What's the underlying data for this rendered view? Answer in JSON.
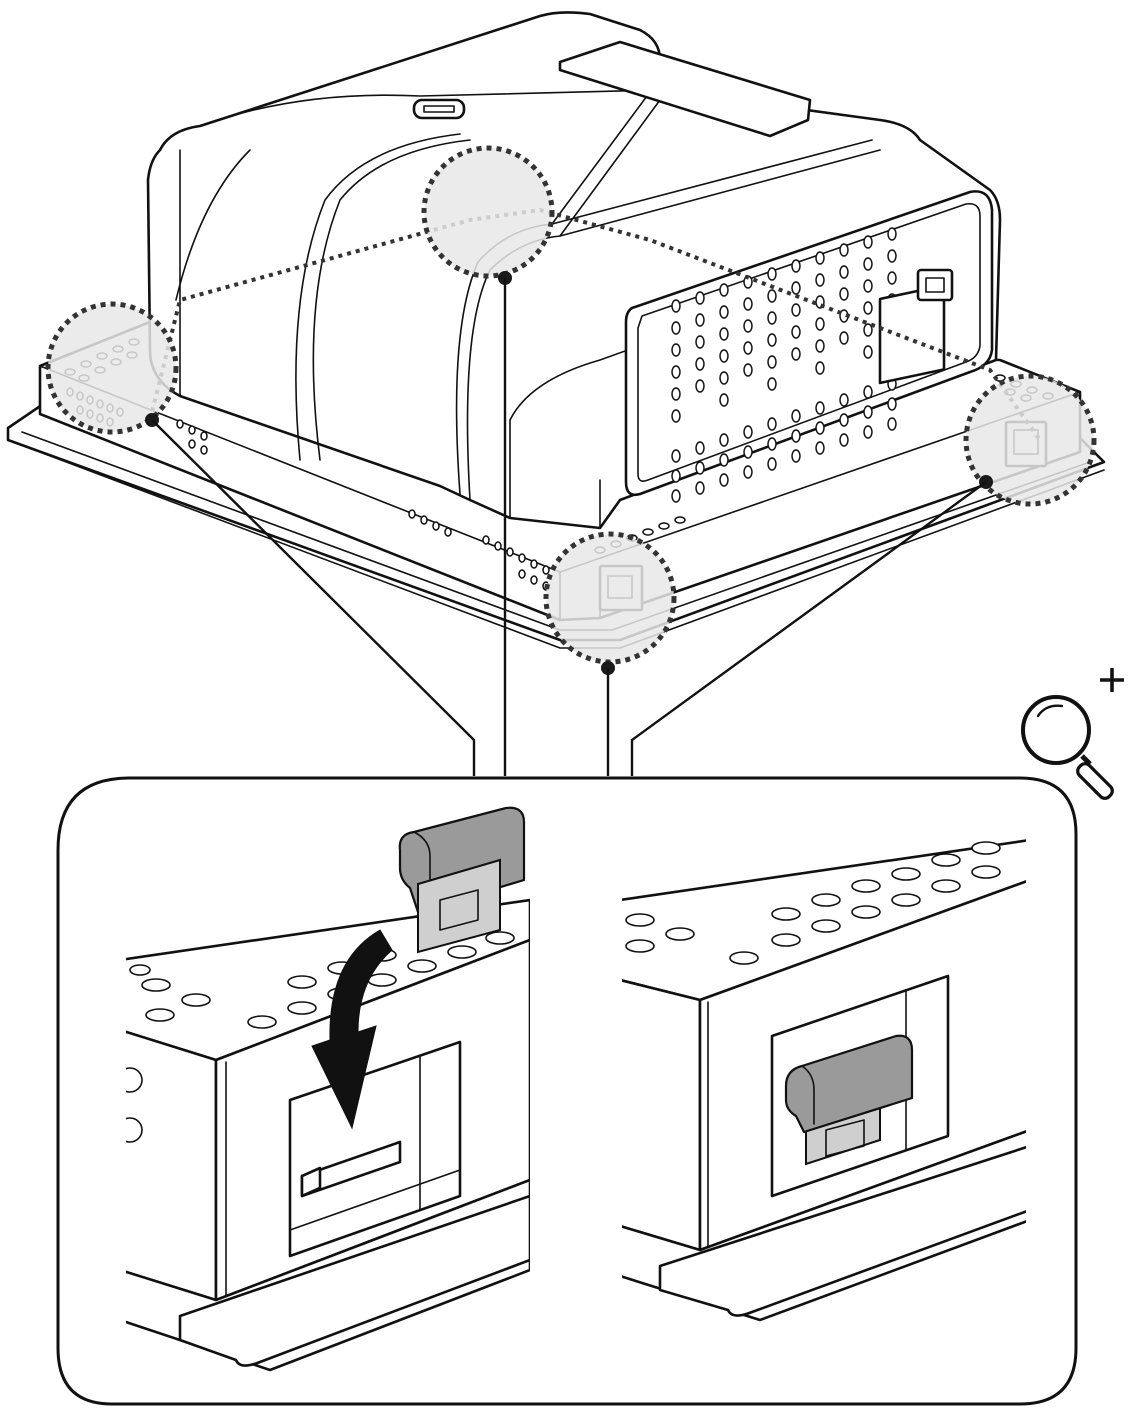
{
  "figure": {
    "kind": "installation-illustration",
    "icons": [
      "magnifier-zoom-in-icon",
      "down-arrow-icon"
    ],
    "colors": {
      "line": "#111111",
      "highlight": "#e8e8e8",
      "clip": "#9a9a9a"
    },
    "callouts": [
      "corner-left",
      "center-top",
      "corner-front",
      "corner-right"
    ],
    "detail_views": [
      "before-insertion",
      "after-insertion"
    ]
  }
}
